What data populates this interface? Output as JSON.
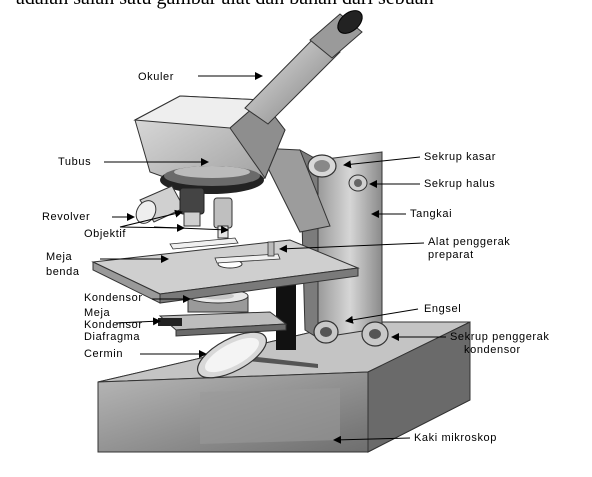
{
  "header_fragment": "adalah salah satu gambar alat dan bahan dari sebuah",
  "labels": {
    "okuler": "Okuler",
    "tubus": "Tubus",
    "revolver": "Revolver",
    "objektif": "Objektif",
    "meja_benda_1": "Meja",
    "meja_benda_2": "benda",
    "kondensor": "Kondensor",
    "meja_kondensor_1": "Meja",
    "meja_kondensor_2": "Kondensor",
    "diafragma": "Diafragma",
    "cermin": "Cermin",
    "sekrup_kasar": "Sekrup kasar",
    "sekrup_halus": "Sekrup halus",
    "tangkai": "Tangkai",
    "alat_penggerak_1": "Alat penggerak",
    "alat_penggerak_2": "preparat",
    "engsel": "Engsel",
    "sekrup_penggerak_1": "Sekrup penggerak",
    "sekrup_penggerak_2": "kondensor",
    "kaki": "Kaki mikroskop"
  }
}
